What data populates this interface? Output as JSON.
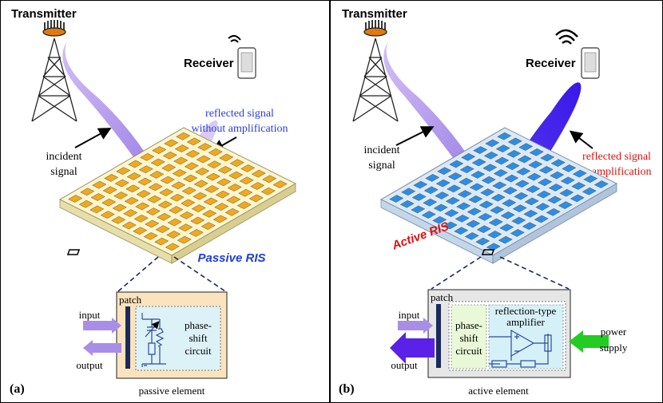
{
  "panel_a": {
    "transmitter": "Transmitter",
    "receiver": "Receiver",
    "incident_line1": "incident",
    "incident_line2": "signal",
    "reflected_line1": "reflected signal",
    "reflected_line2": "without amplification",
    "ris_label": "Passive RIS",
    "patch": "patch",
    "input": "input",
    "output": "output",
    "circuit_line1": "phase-",
    "circuit_line2": "shift",
    "circuit_line3": "circuit",
    "element_caption": "passive element",
    "panel_tag": "(a)",
    "cell_color": "#f0a81e",
    "board_color": "#fbf6d0"
  },
  "panel_b": {
    "transmitter": "Transmitter",
    "receiver": "Receiver",
    "incident_line1": "incident",
    "incident_line2": "signal",
    "reflected_line1": "reflected signal",
    "reflected_line2": "with amplification",
    "ris_label": "Active RIS",
    "patch": "patch",
    "input": "input",
    "output": "output",
    "circuit_line1": "phase-",
    "circuit_line2": "shift",
    "circuit_line3": "circuit",
    "amplifier_line1": "reflection-type",
    "amplifier_line2": "amplifier",
    "power_line1": "power",
    "power_line2": "supply",
    "element_caption": "active element",
    "panel_tag": "(b)",
    "cell_color": "#2a8ee8",
    "board_color": "#dbe9f7"
  },
  "colors": {
    "reflected_blue": "#2a3ce0",
    "reflected_red": "#e01010",
    "ris_passive_label": "#1f3ed8",
    "ris_active_label": "#e01010",
    "beam_light": "#a98ee8",
    "beam_strong": "#3a18e0",
    "power_arrow": "#22cc22"
  }
}
